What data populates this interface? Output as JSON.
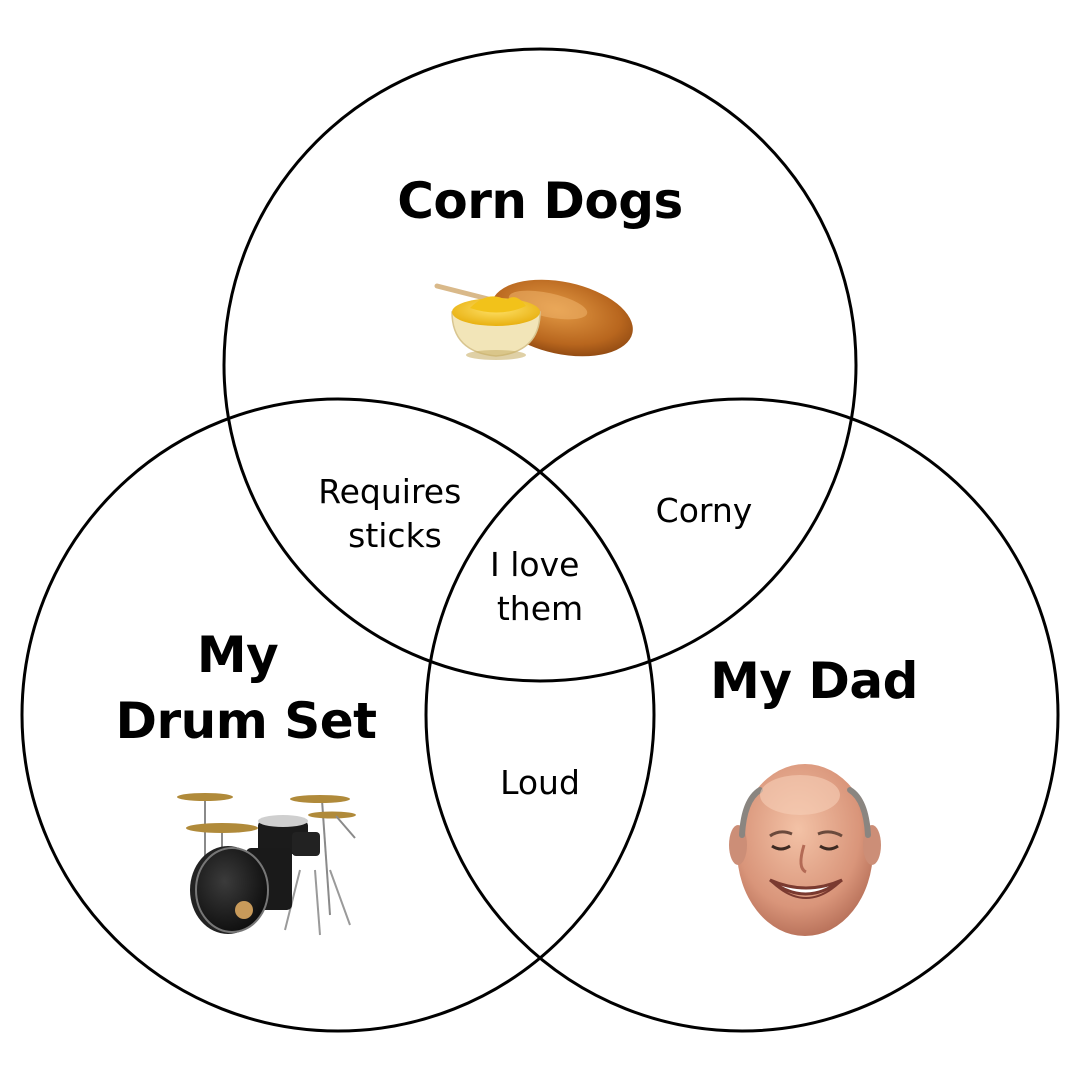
{
  "sets": {
    "top": {
      "title_lines": [
        "Corn Dogs"
      ],
      "icon": "corn-dog-icon"
    },
    "left": {
      "title_lines": [
        "My",
        "Drum Set"
      ],
      "icon": "drum-set-icon"
    },
    "right": {
      "title_lines": [
        "My Dad"
      ],
      "icon": "dad-face-icon"
    }
  },
  "overlaps": {
    "top_left": [
      "Requires",
      "sticks"
    ],
    "top_right": [
      "Corny"
    ],
    "left_right": [
      "Loud"
    ],
    "center": [
      "I love",
      "them"
    ]
  },
  "colors": {
    "outline": "#000000",
    "background": "#ffffff"
  }
}
